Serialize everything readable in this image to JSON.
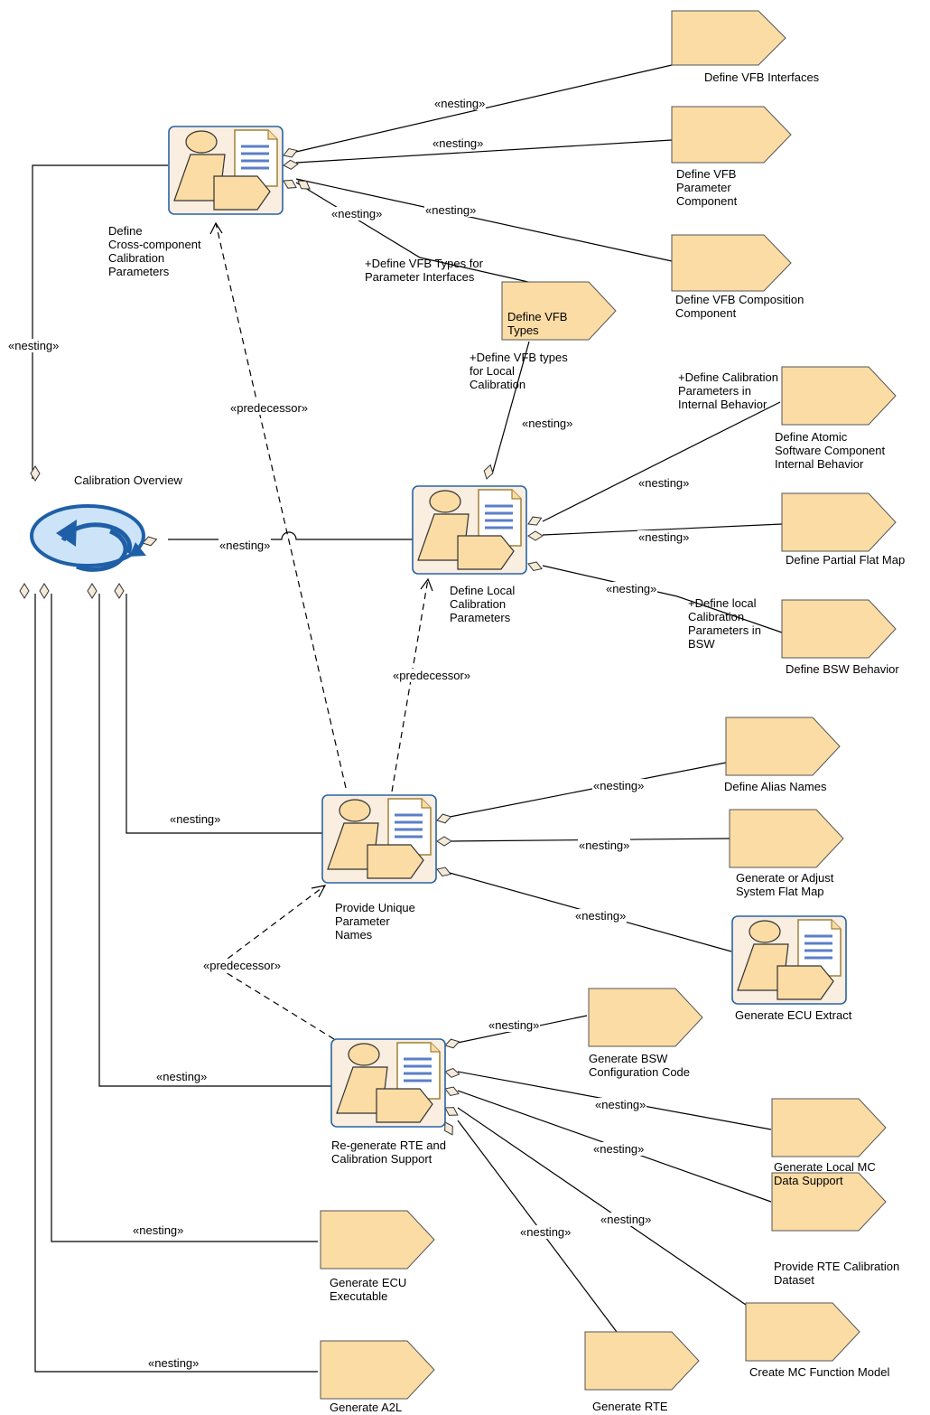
{
  "colors": {
    "deliverable_fill": "#fbdca4",
    "task_bg": "#f9eedf",
    "task_border": "#2a64a6",
    "doc_lines": "#5b7fc7",
    "overview_fill": "#cde4f8",
    "overview_stroke": "#1f5fa8"
  },
  "icons": {
    "task": "task-composite-icon",
    "deliverable": "deliverable-pentagon-icon",
    "overview": "lifecycle-cycle-icon"
  },
  "labels": {
    "nesting": "«nesting»",
    "predecessor": "«predecessor»"
  },
  "tasks": {
    "cross_component": "Define\nCross-component\nCalibration\nParameters",
    "local": "Define Local\nCalibration\nParameters",
    "unique_names": "Provide Unique\nParameter\nNames",
    "regenerate": "Re-generate RTE and\nCalibration Support",
    "ecu_extract": "Generate ECU Extract"
  },
  "overview": "Calibration Overview",
  "deliverables": {
    "vfb_interfaces": "Define VFB Interfaces",
    "vfb_param_comp": "Define VFB\nParameter\nComponent",
    "vfb_composition": "Define VFB Composition\nComponent",
    "vfb_types": "Define VFB\nTypes",
    "atomic_swc": "Define Atomic\nSoftware Component\nInternal Behavior",
    "partial_flat_map": "Define Partial Flat Map",
    "bsw_behavior": "Define BSW Behavior",
    "alias_names": "Define Alias Names",
    "system_flat_map": "Generate or Adjust\nSystem Flat Map",
    "bsw_config_code": "Generate BSW\nConfiguration Code",
    "local_mc": "Generate Local MC\nData Support",
    "rte_calib_dataset": "Provide RTE Calibration\nDataset",
    "mc_function_model": "Create MC Function Model",
    "ecu_executable": "Generate ECU\nExecutable",
    "a2l": "Generate A2L",
    "rte": "Generate RTE"
  },
  "roles": {
    "vfb_types_param_ifc": "+Define VFB Types for\nParameter Interfaces",
    "vfb_types_local": "+Define VFB types\nfor Local\nCalibration",
    "calib_params_internal": "+Define Calibration\nParameters in\nInternal Behavior",
    "local_calib_bsw": "+Define local\nCalibration\nParameters in\nBSW"
  }
}
